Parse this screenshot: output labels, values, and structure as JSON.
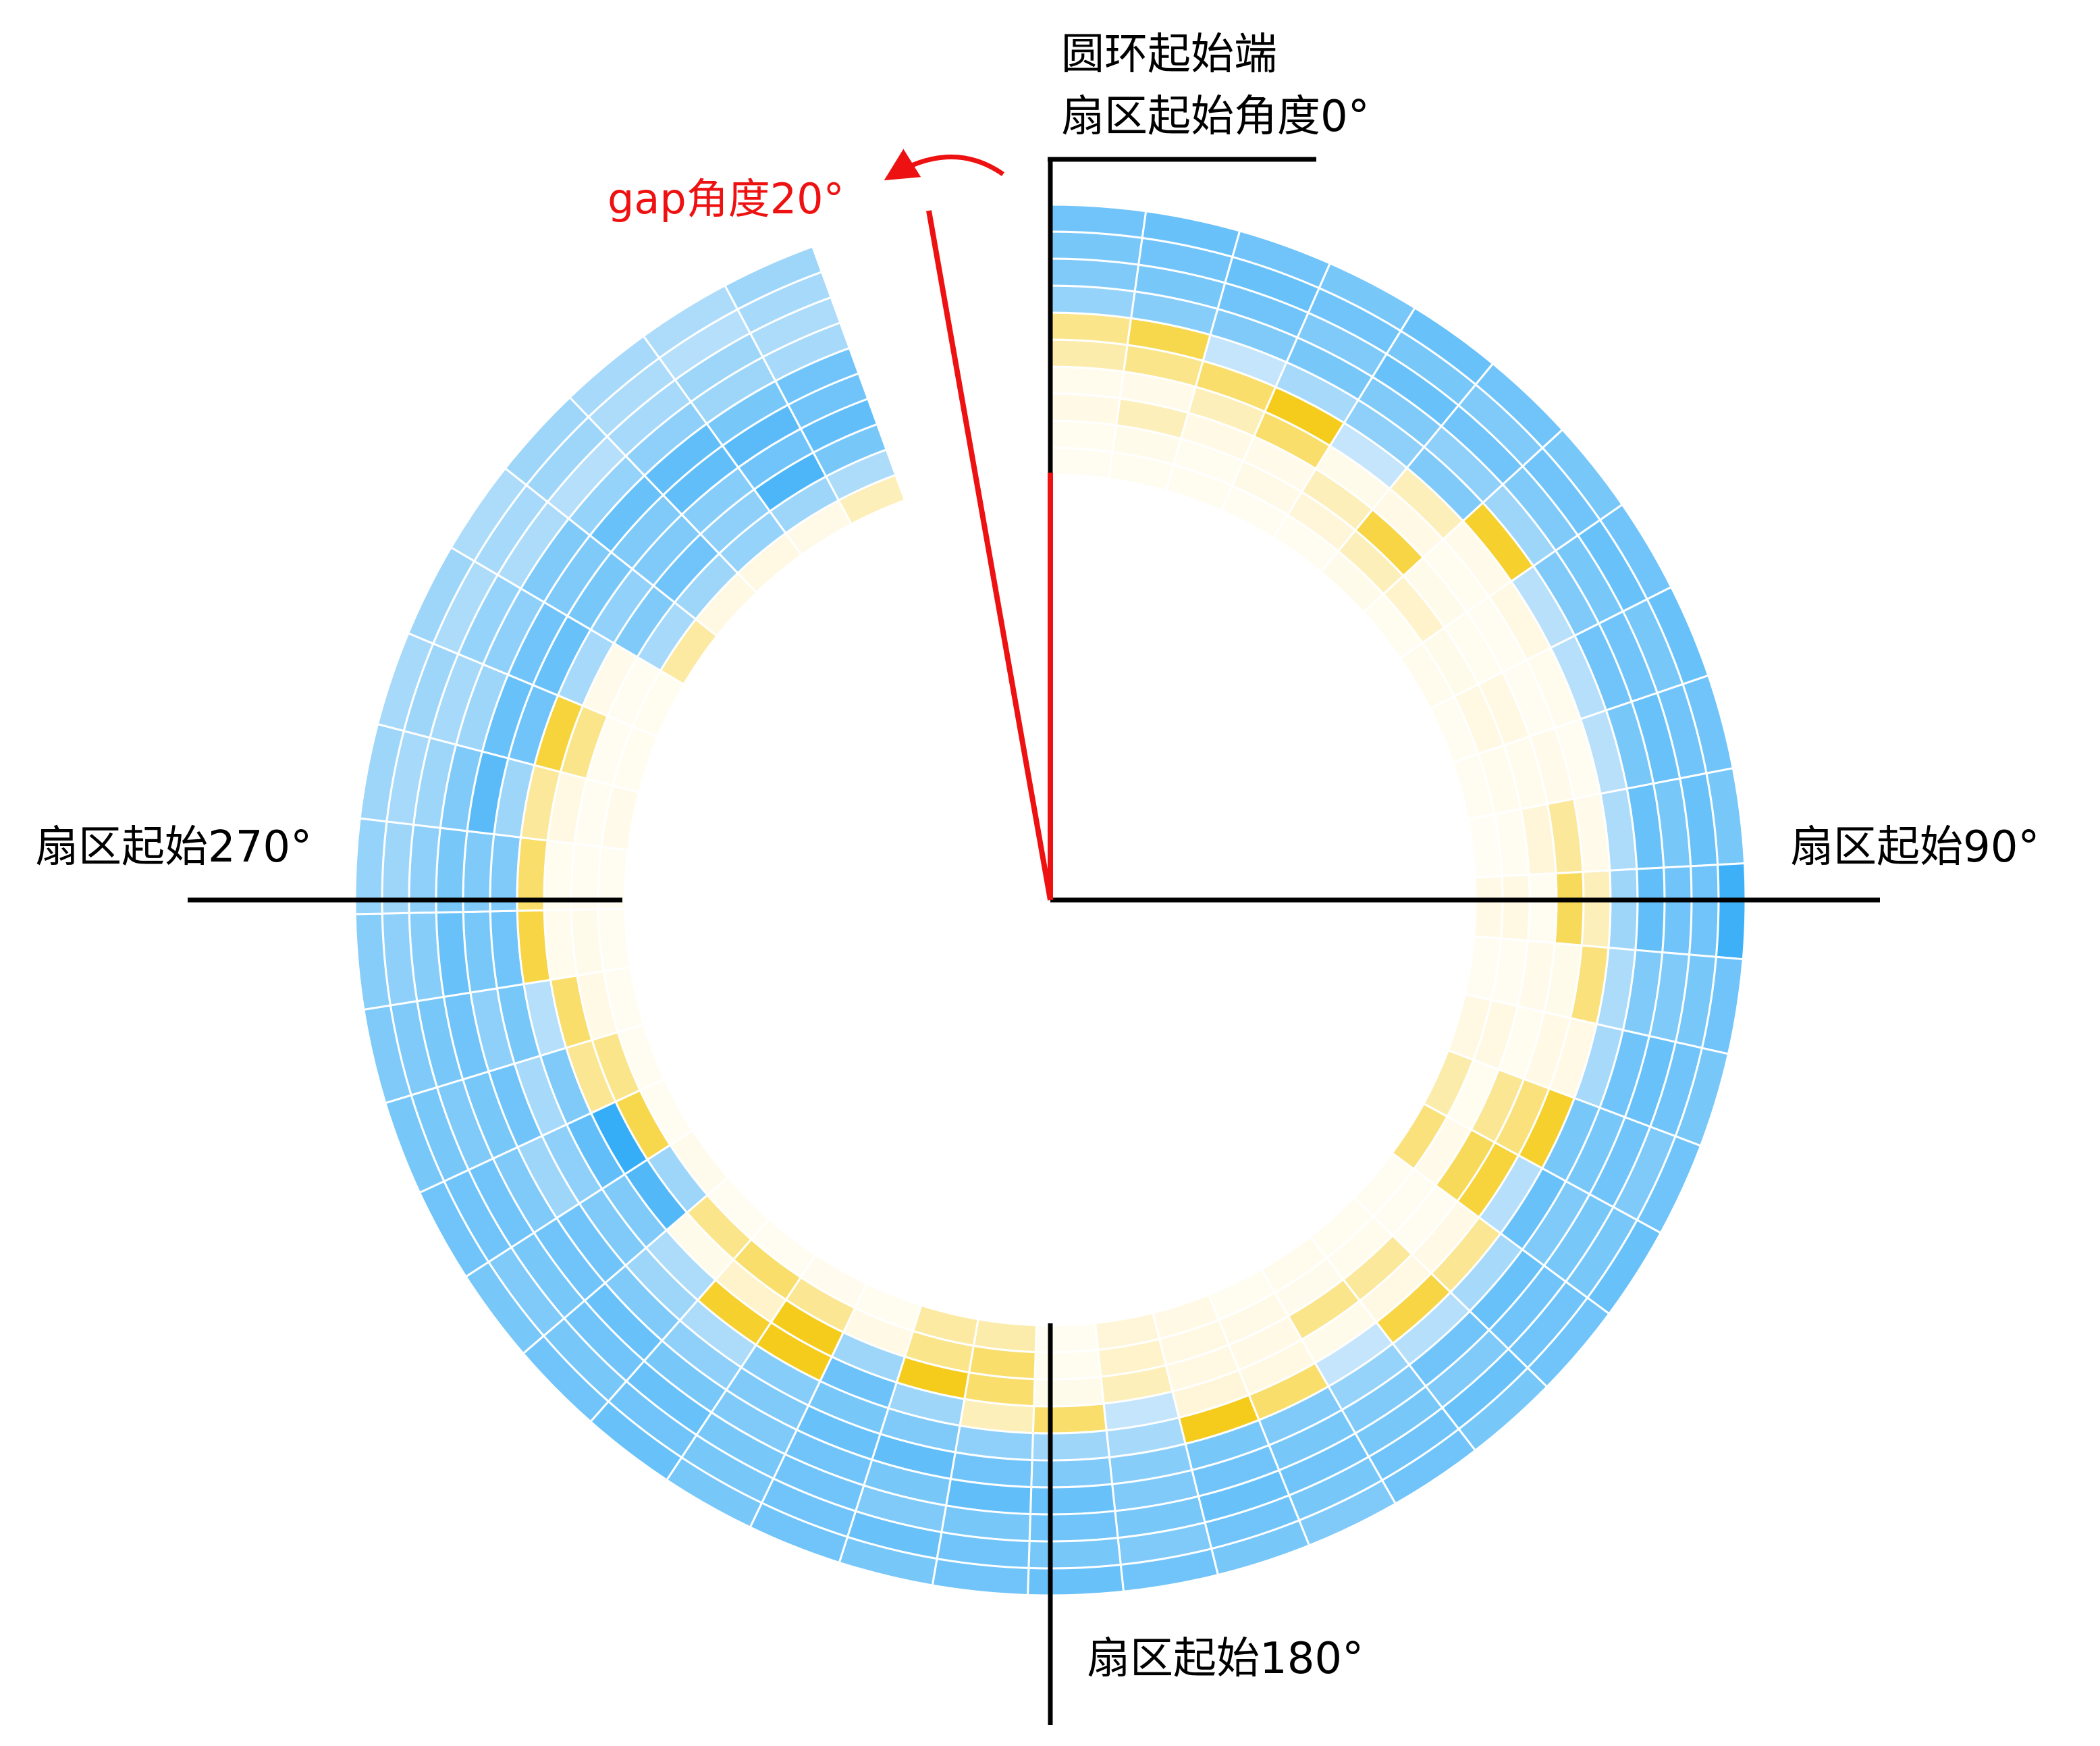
{
  "chart_data": {
    "type": "heatmap",
    "layout": "circular",
    "start_angle_deg": 0,
    "gap_angle_deg": 20,
    "ring_count": 10,
    "segments_per_ring": 43,
    "colors": {
      "high": "#12a0f6",
      "mid": "#cce8fb",
      "low": "#fff8e2",
      "peak": "#f5cc1c",
      "line": "#000000",
      "gap_line": "#ee1111",
      "cell_border": "#ffffff"
    },
    "values": [
      [
        0.05,
        0.07,
        0.08,
        0.05,
        0.06,
        0.14,
        0.08,
        0.1,
        0.05,
        0.06,
        0.03,
        0.2,
        0.06,
        0.25,
        0.32,
        0.38,
        0.05,
        0.07,
        0.1,
        0.08,
        0.2,
        0.26,
        0.05,
        0.32,
        0.33,
        0.08,
        0.09,
        0.05,
        0.06,
        0.12,
        0.06,
        0.06,
        0.05,
        0.06,
        0.05,
        0.15,
        0.07,
        0.08,
        0.33,
        0.25,
        0.22,
        0.18,
        0.3
      ],
      [
        0.08,
        0.14,
        0.08,
        0.19,
        0.26,
        0.3,
        0.28,
        0.14,
        0.24,
        0.1,
        0.05,
        0.22,
        0.05,
        0.25,
        0.08,
        0.15,
        0.05,
        0.1,
        0.12,
        0.18,
        0.25,
        0.28,
        0.08,
        0.4,
        0.36,
        0.2,
        0.35,
        0.4,
        0.36,
        0.62,
        0.44,
        0.36,
        0.2,
        0.14,
        0.05,
        0.05,
        0.05,
        0.05,
        0.6,
        0.62,
        0.64,
        0.62,
        0.58
      ],
      [
        0.2,
        0.3,
        0.2,
        0.15,
        0.3,
        0.45,
        0.14,
        0.07,
        0.25,
        0.1,
        0.26,
        0.05,
        0.15,
        0.08,
        0.35,
        0.42,
        0.05,
        0.34,
        0.36,
        0.2,
        0.25,
        0.3,
        0.14,
        0.4,
        0.5,
        0.62,
        0.5,
        0.28,
        0.14,
        0.82,
        0.9,
        0.35,
        0.4,
        0.1,
        0.07,
        0.22,
        0.36,
        0.15,
        0.7,
        0.74,
        0.66,
        0.84,
        0.72
      ],
      [
        0.1,
        0.15,
        0.3,
        0.4,
        0.14,
        0.2,
        0.08,
        0.05,
        0.05,
        0.15,
        0.34,
        0.42,
        0.14,
        0.2,
        0.38,
        0.46,
        0.2,
        0.24,
        0.14,
        0.22,
        0.26,
        0.52,
        0.4,
        0.3,
        0.62,
        0.75,
        0.5,
        0.48,
        0.58,
        0.7,
        0.78,
        0.7,
        0.56,
        0.45,
        0.4,
        0.34,
        0.46,
        0.6,
        0.65,
        0.7,
        0.68,
        0.74,
        0.78
      ],
      [
        0.32,
        0.36,
        0.4,
        0.5,
        0.52,
        0.3,
        0.16,
        0.22,
        0.1,
        0.05,
        0.15,
        0.3,
        0.38,
        0.2,
        0.48,
        0.56,
        0.35,
        0.45,
        0.52,
        0.4,
        0.5,
        0.6,
        0.62,
        0.66,
        0.7,
        0.72,
        0.68,
        0.58,
        0.62,
        0.7,
        0.66,
        0.6,
        0.72,
        0.74,
        0.7,
        0.62,
        0.74,
        0.76,
        0.72,
        0.7,
        0.78,
        0.8,
        0.74
      ],
      [
        0.36,
        0.44,
        0.52,
        0.6,
        0.66,
        0.7,
        0.48,
        0.55,
        0.56,
        0.55,
        0.58,
        0.62,
        0.58,
        0.6,
        0.72,
        0.76,
        0.6,
        0.56,
        0.64,
        0.7,
        0.72,
        0.68,
        0.7,
        0.74,
        0.78,
        0.76,
        0.7,
        0.66,
        0.7,
        0.74,
        0.62,
        0.74,
        0.66,
        0.72,
        0.7,
        0.8,
        0.76,
        0.74,
        0.7,
        0.76,
        0.78,
        0.72,
        0.74
      ],
      [
        0.64,
        0.68,
        0.7,
        0.72,
        0.7,
        0.66,
        0.62,
        0.7,
        0.74,
        0.72,
        0.76,
        0.78,
        0.7,
        0.74,
        0.72,
        0.7,
        0.76,
        0.74,
        0.7,
        0.72,
        0.74,
        0.7,
        0.76,
        0.78,
        0.72,
        0.74,
        0.7,
        0.72,
        0.76,
        0.74,
        0.7,
        0.72,
        0.74,
        0.76,
        0.72,
        0.7,
        0.62,
        0.66,
        0.7,
        0.64,
        0.66,
        0.62,
        0.6
      ],
      [
        0.7,
        0.72,
        0.74,
        0.7,
        0.76,
        0.74,
        0.7,
        0.72,
        0.74,
        0.76,
        0.72,
        0.74,
        0.7,
        0.76,
        0.74,
        0.72,
        0.74,
        0.7,
        0.72,
        0.74,
        0.76,
        0.72,
        0.74,
        0.72,
        0.7,
        0.74,
        0.72,
        0.76,
        0.74,
        0.72,
        0.74,
        0.7,
        0.72,
        0.68,
        0.66,
        0.62,
        0.6,
        0.64,
        0.58,
        0.56,
        0.6,
        0.62,
        0.58
      ],
      [
        0.72,
        0.74,
        0.76,
        0.74,
        0.72,
        0.7,
        0.74,
        0.76,
        0.72,
        0.74,
        0.76,
        0.74,
        0.72,
        0.74,
        0.7,
        0.72,
        0.74,
        0.76,
        0.74,
        0.72,
        0.74,
        0.7,
        0.72,
        0.74,
        0.76,
        0.74,
        0.72,
        0.74,
        0.72,
        0.7,
        0.74,
        0.72,
        0.7,
        0.66,
        0.62,
        0.6,
        0.62,
        0.58,
        0.6,
        0.62,
        0.58,
        0.56,
        0.6
      ],
      [
        0.74,
        0.76,
        0.74,
        0.72,
        0.76,
        0.74,
        0.72,
        0.74,
        0.76,
        0.74,
        0.72,
        0.88,
        0.74,
        0.72,
        0.74,
        0.76,
        0.74,
        0.72,
        0.74,
        0.7,
        0.72,
        0.74,
        0.76,
        0.74,
        0.72,
        0.74,
        0.72,
        0.76,
        0.74,
        0.72,
        0.74,
        0.72,
        0.7,
        0.68,
        0.64,
        0.62,
        0.6,
        0.62,
        0.58,
        0.62,
        0.6,
        0.58,
        0.62
      ]
    ]
  },
  "annotations": {
    "ring_start_line1": "圆环起始端",
    "ring_start_line2": "扇区起始角度0°",
    "gap_label": "gap角度20°",
    "sector_90": "扇区起始90°",
    "sector_180": "扇区起始180°",
    "sector_270": "扇区起始270°"
  }
}
